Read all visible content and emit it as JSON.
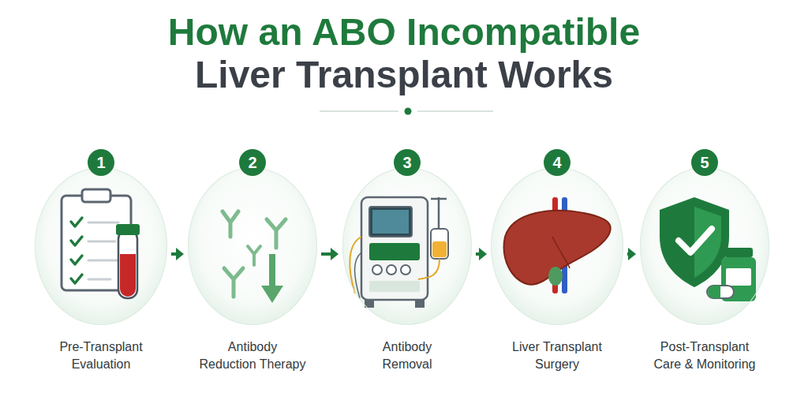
{
  "diagram": {
    "title": "How an ABO Incompatible Liver Transplant Works",
    "nodes": [
      {
        "text": [
          "1",
          "Pre-Transplant Evaluation"
        ]
      },
      {
        "text": [
          "2",
          "Antibody Reduction Therapy"
        ]
      },
      {
        "text": [
          "3",
          "Antibody Removal"
        ]
      },
      {
        "text": [
          "4",
          "Liver Transplant Surgery"
        ]
      },
      {
        "text": [
          "5",
          "Post-Transplant Care & Monitoring"
        ]
      }
    ],
    "edges": [
      {
        "from": 0,
        "to": 1,
        "arrow": "to"
      },
      {
        "from": 1,
        "to": 2,
        "arrow": "to"
      },
      {
        "from": 2,
        "to": 3,
        "arrow": "to"
      },
      {
        "from": 3,
        "to": 4,
        "arrow": "to"
      }
    ]
  }
}
